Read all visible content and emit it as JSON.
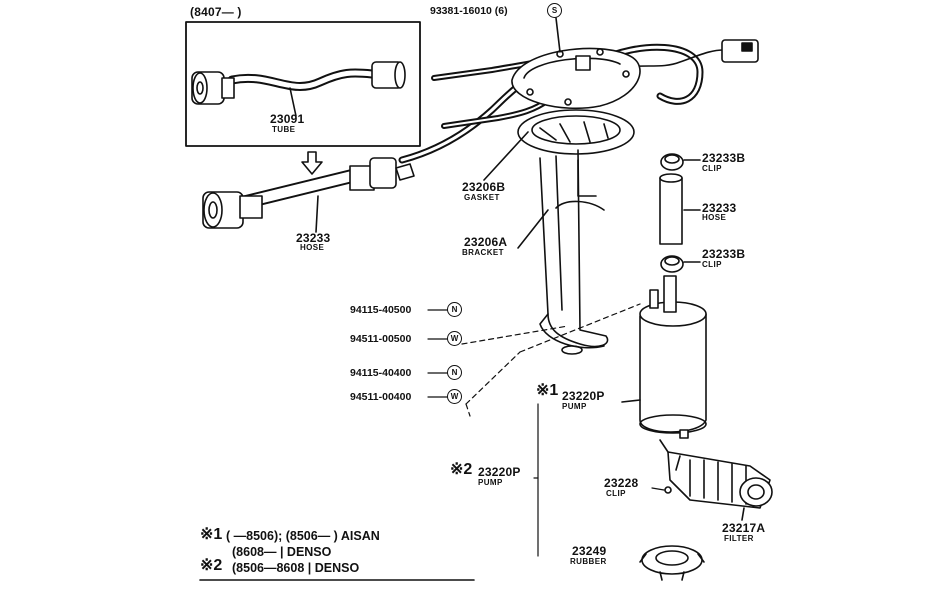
{
  "inset": {
    "range": "(8407—    )",
    "part_number": "23091",
    "part_name": "TUBE"
  },
  "labels": {
    "screw": {
      "number": "93381-16010 (6)",
      "badge": "S"
    },
    "hose_left": {
      "number": "23233",
      "name": "HOSE"
    },
    "gasket": {
      "number": "23206B",
      "name": "GASKET"
    },
    "bracket": {
      "number": "23206A",
      "name": "BRACKET"
    },
    "clip_top": {
      "number": "23233B",
      "name": "CLIP"
    },
    "hose_right": {
      "number": "23233",
      "name": "HOSE"
    },
    "clip_bottom": {
      "number": "23233B",
      "name": "CLIP"
    },
    "nut_1": {
      "number": "94115-40500",
      "badge": "N"
    },
    "washer_1": {
      "number": "94511-00500",
      "badge": "W"
    },
    "nut_2": {
      "number": "94115-40400",
      "badge": "N"
    },
    "washer_2": {
      "number": "94511-00400",
      "badge": "W"
    },
    "pump_1": {
      "mark": "※1",
      "number": "23220P",
      "name": "PUMP"
    },
    "pump_2": {
      "mark": "※2",
      "number": "23220P",
      "name": "PUMP"
    },
    "clip_filter": {
      "number": "23228",
      "name": "CLIP"
    },
    "filter": {
      "number": "23217A",
      "name": "FILTER"
    },
    "rubber": {
      "number": "23249",
      "name": "RUBBER"
    }
  },
  "notes": {
    "note1": {
      "mark": "※1",
      "text": "(         —8506); (8506—           ) AISAN"
    },
    "note1b": {
      "text": "(8608—             | DENSO"
    },
    "note2": {
      "mark": "※2",
      "text": "(8506—8608 | DENSO"
    }
  }
}
